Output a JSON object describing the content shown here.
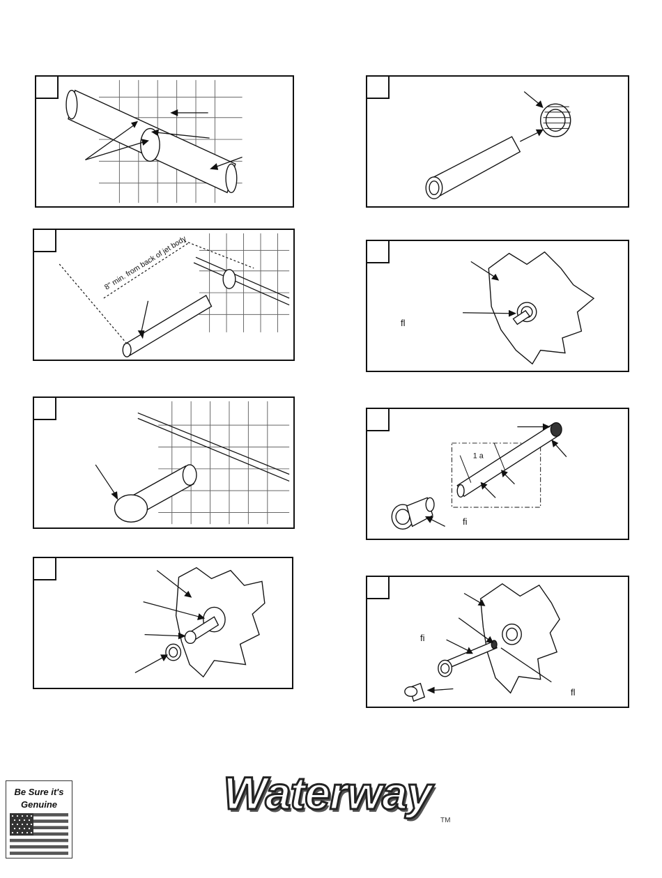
{
  "panels": [
    {
      "id": "step-left-1"
    },
    {
      "id": "step-left-2",
      "dimension_label": "8\" min. from back of jet body"
    },
    {
      "id": "step-left-3"
    },
    {
      "id": "step-left-4"
    },
    {
      "id": "step-right-1"
    },
    {
      "id": "step-right-2",
      "callout": "fl"
    },
    {
      "id": "step-right-3",
      "dim_text": "1 a",
      "callout": "fi"
    },
    {
      "id": "step-right-4",
      "callout_left": "fi",
      "callout_right": "fl"
    }
  ],
  "badge": {
    "line1": "Be Sure it's",
    "line2": "Genuine",
    "flag_icon": "us-flag-icon"
  },
  "logo": {
    "text": "Waterway",
    "tm": "TM"
  }
}
